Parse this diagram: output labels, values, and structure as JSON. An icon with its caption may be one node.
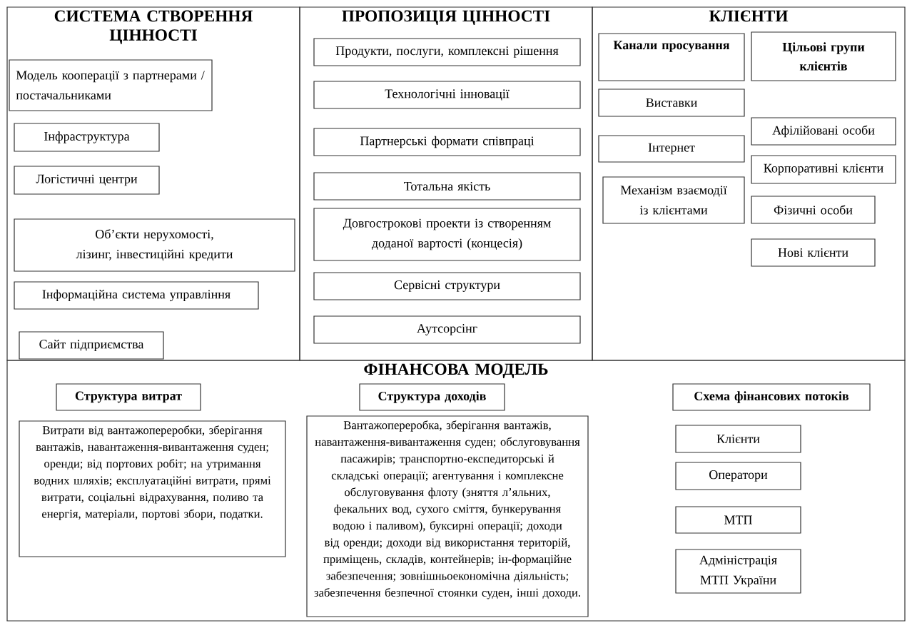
{
  "diagram": {
    "nodes": [
      {
        "text": [
          "СИСТЕМА СТВОРЕННЯ ЦІННОСТІ"
        ]
      },
      {
        "text": [
          "Модель кооперації з партнерами / постачальниками"
        ],
        "in": 0
      },
      {
        "text": [
          "Інфраструктура"
        ],
        "in": 0
      },
      {
        "text": [
          "Логістичні центри"
        ],
        "in": 0
      },
      {
        "text": [
          "Об’єкти нерухомості, лізинг, інвестиційні кредити"
        ],
        "in": 0
      },
      {
        "text": [
          "Інформаційна система управління"
        ],
        "in": 0
      },
      {
        "text": [
          "Сайт підприємства"
        ],
        "in": 0
      },
      {
        "text": [
          "ПРОПОЗИЦІЯ ЦІННОСТІ"
        ]
      },
      {
        "text": [
          "Продукти, послуги, комплексні рішення"
        ],
        "in": 7
      },
      {
        "text": [
          "Технологічні інновації"
        ],
        "in": 7
      },
      {
        "text": [
          "Партнерські формати співпраці"
        ],
        "in": 7
      },
      {
        "text": [
          "Тотальна якість"
        ],
        "in": 7
      },
      {
        "text": [
          "Довгострокові проекти із створенням доданої вартості (концесія)"
        ],
        "in": 7
      },
      {
        "text": [
          "Сервісні структури"
        ],
        "in": 7
      },
      {
        "text": [
          "Аутсорсінг"
        ],
        "in": 7
      },
      {
        "text": [
          "КЛІЄНТИ"
        ]
      },
      {
        "text": [
          "Канали просування"
        ],
        "in": 15
      },
      {
        "text": [
          "Цільові групи клієнтів"
        ],
        "in": 15
      },
      {
        "text": [
          "Виставки"
        ],
        "in": 15
      },
      {
        "text": [
          "Інтернет"
        ],
        "in": 15
      },
      {
        "text": [
          "Механізм взаємодії із клієнтами"
        ],
        "in": 15
      },
      {
        "text": [
          "Афілійовані особи"
        ],
        "in": 15
      },
      {
        "text": [
          "Корпоративні клієнти"
        ],
        "in": 15
      },
      {
        "text": [
          "Фізичні особи"
        ],
        "in": 15
      },
      {
        "text": [
          "Нові клієнти"
        ],
        "in": 15
      },
      {
        "text": [
          "ФІНАНСОВА МОДЕЛЬ"
        ]
      },
      {
        "text": [
          "Структура витрат"
        ],
        "in": 25
      },
      {
        "text": [
          "Витрати від вантажопереробки, зберігання вантажів, навантаження-вивантаження суден; оренди; від портових робіт; на утримання водних шляхів; експлуатаційні витрати, прямі витрати, соціальні відрахування, поливо та енергія, матеріали, портові збори, податки."
        ],
        "in": 25
      },
      {
        "text": [
          "Структура доходів"
        ],
        "in": 25
      },
      {
        "text": [
          "Вантажопереробка, зберігання вантажів, навантаження-вивантаження суден; обслуговування пасажирів; транспортно-експедиторські й складські операції; агентування і комплексне обслуговування флоту (зняття л’яльних, фекальних вод, сухого сміття, бункерування водою і паливом), буксирні операції; доходи від оренди; доходи від використання територій, приміщень, складів, контейнерів; ін-формаційне забезпечення; зовнішньоекономічна діяльність; забезпечення безпечної стоянки суден, інші доходи."
        ],
        "in": 25
      },
      {
        "text": [
          "Схема фінансових потоків"
        ],
        "in": 25
      },
      {
        "text": [
          "Клієнти"
        ],
        "in": 25
      },
      {
        "text": [
          "Оператори"
        ],
        "in": 25
      },
      {
        "text": [
          "МТП"
        ],
        "in": 25
      },
      {
        "text": [
          "Адміністрація МТП України"
        ],
        "in": 25
      }
    ]
  }
}
